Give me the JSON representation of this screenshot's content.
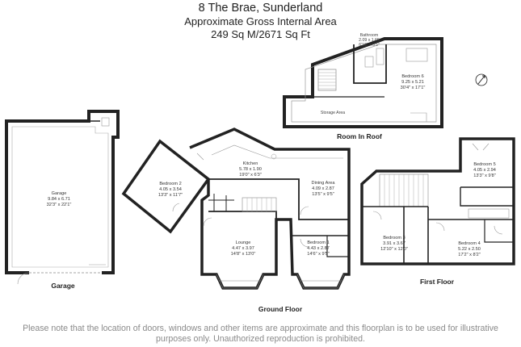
{
  "header": {
    "title": "8 The Brae, Sunderland",
    "subtitle": "Approximate Gross Internal Area",
    "area": "249 Sq M/2671 Sq Ft"
  },
  "floors": {
    "room_in_roof": "Room In Roof",
    "ground_floor": "Ground Floor",
    "first_floor": "First Floor",
    "garage": "Garage"
  },
  "rooms": {
    "bathroom": {
      "name": "Bathroom",
      "metric": "2.09 x 1.65",
      "imperial": "6'10\" x 5'5\""
    },
    "bedroom6": {
      "name": "Bedroom 6",
      "metric": "9.25 x 5.21",
      "imperial": "30'4\" x 17'1\""
    },
    "storage": {
      "name": "Storage Area"
    },
    "garage": {
      "name": "Garage",
      "metric": "9.84 x 6.71",
      "imperial": "32'3\" x 22'1\""
    },
    "bedroom2": {
      "name": "Bedroom 2",
      "metric": "4.05 x 3.54",
      "imperial": "13'3\" x 11'7\""
    },
    "kitchen": {
      "name": "Kitchen",
      "metric": "5.78 x 1.90",
      "imperial": "19'0\" x 6'3\""
    },
    "dining": {
      "name": "Dining Area",
      "metric": "4.09 x 2.87",
      "imperial": "13'5\" x 9'5\""
    },
    "lounge": {
      "name": "Lounge",
      "metric": "4.47 x 3.97",
      "imperial": "14'8\" x 13'0\""
    },
    "bedroom1": {
      "name": "Bedroom 1",
      "metric": "4.43 x 2.87",
      "imperial": "14'6\" x 9'5\""
    },
    "bedroom5": {
      "name": "Bedroom 5",
      "metric": "4.05 x 2.94",
      "imperial": "13'3\" x 9'8\""
    },
    "bedroom3": {
      "name": "Bedroom 3",
      "metric": "3.91 x 3.67",
      "imperial": "12'10\" x 12'0\""
    },
    "bedroom4": {
      "name": "Bedroom 4",
      "metric": "5.22 x 2.50",
      "imperial": "17'2\" x 8'2\""
    }
  },
  "compass_icon": "north-arrow-icon",
  "disclaimer": "Please note that the location of doors, windows and other items are approximate and this floorplan is to be used for illustrative purposes only. Unauthorized reproduction is prohibited."
}
